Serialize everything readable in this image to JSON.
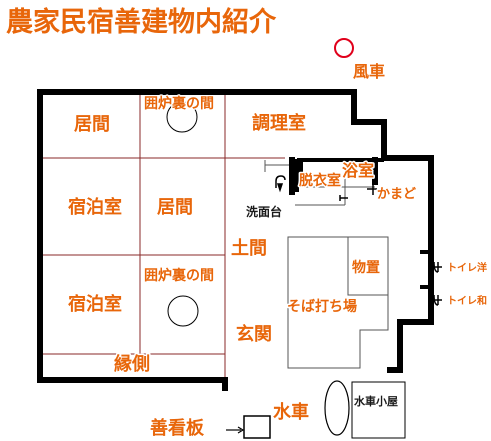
{
  "title": "農家民宿善建物内紹介",
  "rooms": {
    "kyoma_top": "居間",
    "irori_top": "囲炉裏の間",
    "chorishitsu": "調理室",
    "shukuhaku_mid": "宿泊室",
    "kyoma_mid": "居間",
    "datsuijo": "脱衣室",
    "yokushitsu": "浴室",
    "senmendai": "洗面台",
    "kamado": "かまど",
    "doma": "土間",
    "monooki": "物置",
    "shukuhaku_bottom": "宿泊室",
    "irori_bottom": "囲炉裏の間",
    "sobauchiba": "そば打ち場",
    "genkan": "玄関",
    "engawa": "縁側",
    "toilet_western": "トイレ洋",
    "toilet_japanese": "トイレ和"
  },
  "exterior": {
    "fusha": "風車",
    "suisha": "水車",
    "suisha_goya": "水車小屋",
    "kanban": "善看板"
  },
  "colors": {
    "label": "#e8660a",
    "wall": "#000000",
    "grid_line": "#8a2a2a",
    "marker": "#e0001b"
  }
}
